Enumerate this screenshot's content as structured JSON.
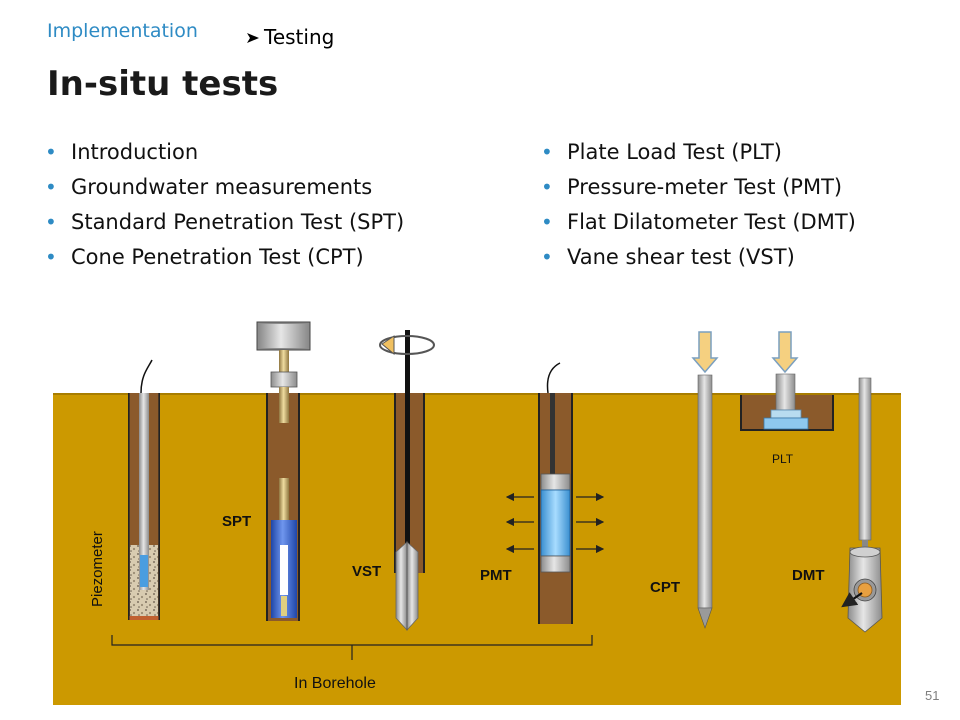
{
  "header": {
    "breadcrumb": "Implementation",
    "section": "Testing",
    "title": "In-situ tests"
  },
  "left_list": {
    "items": [
      "Introduction",
      "Groundwater measurements",
      "Standard Penetration Test (SPT)",
      "Cone Penetration Test (CPT)"
    ]
  },
  "right_list": {
    "items": [
      "Plate Load Test (PLT)",
      "Pressure-meter Test (PMT)",
      "Flat Dilatometer Test (DMT)",
      "Vane shear test (VST)"
    ]
  },
  "diagram": {
    "labels": {
      "piezometer": "Piezometer",
      "spt": "SPT",
      "vst": "VST",
      "pmt": "PMT",
      "cpt": "CPT",
      "plt": "PLT",
      "dmt": "DMT",
      "borehole": "In Borehole"
    },
    "colors": {
      "soil": "#cc9900",
      "borehole": "#8b5a2b",
      "steel": "#a6a6a6",
      "brass": "#c8a860",
      "blue": "#3a66cc",
      "light_blue": "#5aaee8",
      "arrow_fill": "#f5d080"
    }
  },
  "footer": {
    "slide_number": "51"
  }
}
